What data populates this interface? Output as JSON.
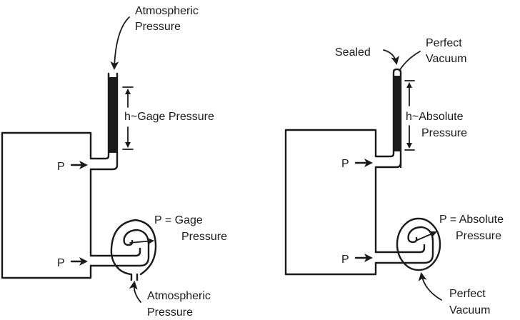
{
  "left_panel": {
    "title": "Gage pressure measurement",
    "manometer": {
      "top_label": [
        "Atmospheric",
        "Pressure"
      ],
      "height_label": "h~Gage Pressure"
    },
    "tank_inlets": [
      "P",
      "P"
    ],
    "bourdon_gauge": {
      "reading_label": [
        "P = Gage",
        "Pressure"
      ],
      "vent_label": [
        "Atmospheric",
        "Pressure"
      ]
    }
  },
  "right_panel": {
    "title": "Absolute pressure measurement",
    "manometer": {
      "sealed_label": "Sealed",
      "vacuum_label": [
        "Perfect",
        "Vacuum"
      ],
      "height_label": [
        "h~Absolute",
        "Pressure"
      ]
    },
    "tank_inlets": [
      "P",
      "P"
    ],
    "bourdon_gauge": {
      "reading_label": [
        "P = Absolute",
        "Pressure"
      ],
      "vacuum_label": [
        "Perfect",
        "Vacuum"
      ]
    }
  },
  "colors": {
    "ink": "#1a1a1a",
    "background": "#ffffff"
  }
}
